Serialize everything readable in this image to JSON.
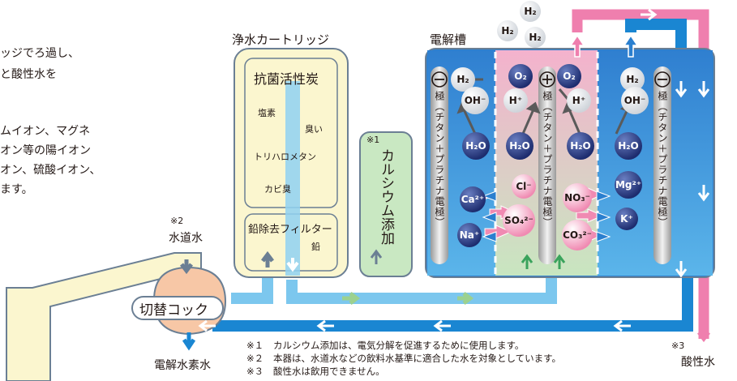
{
  "intro": {
    "line1": "ッジでろ過し、",
    "line2": "と酸性水を",
    "line3": "ムイオン、マグネ",
    "line4": "オン等の陽イオン",
    "line5": "オン、硫酸イオン、",
    "line6": "ます。"
  },
  "labels": {
    "cartridge_title": "浄水カートリッジ",
    "cell_title": "電解槽",
    "carbon_title": "抗菌活性炭",
    "chlorine": "塩素",
    "odor": "臭い",
    "trihalomethane": "トリハロメタン",
    "mold": "カビ臭",
    "lead_filter": "鉛除去フィルター",
    "lead": "鉛",
    "calcium_mark": "※1",
    "calcium_add": "カルシウム添加",
    "tap_mark": "※2",
    "tap_water": "水道水",
    "switch_cock": "切替コック",
    "hydrogen_water": "電解水素水",
    "acid_mark": "※3",
    "acid_water": "酸性水",
    "neg_electrode": "極（チタン＋プラチナ電極）",
    "pos_electrode": "極（チタン＋プラチナ電極）"
  },
  "notes": [
    {
      "mark": "※１",
      "text": "カルシウム添加は、電気分解を促進するために使用します。"
    },
    {
      "mark": "※２",
      "text": "本器は、水道水などの飲料水基準に適合した水を対象としています。"
    },
    {
      "mark": "※３",
      "text": "酸性水は飲用できません。"
    }
  ],
  "molecules": {
    "h2": "H₂",
    "o2": "O₂",
    "oh": "OH⁻",
    "hplus": "H⁺",
    "h2o": "H₂O",
    "cl": "Cl⁻",
    "ca": "Ca²⁺",
    "na": "Na⁺",
    "so4": "SO₄²⁻",
    "no3": "NO₃⁻",
    "co3": "CO₃²⁻",
    "mg": "Mg²⁺",
    "k": "K⁺"
  },
  "colors": {
    "water_blue": "#1f8fd8",
    "acid_pink": "#ee82b0",
    "cartridge_yellow": "#fbf6cf",
    "calcium_green": "#c9e8c2",
    "cathode_bg": "#3a8fd6",
    "anode_bg": "#f3b8cf",
    "switch_orange": "#f7c7a6"
  }
}
